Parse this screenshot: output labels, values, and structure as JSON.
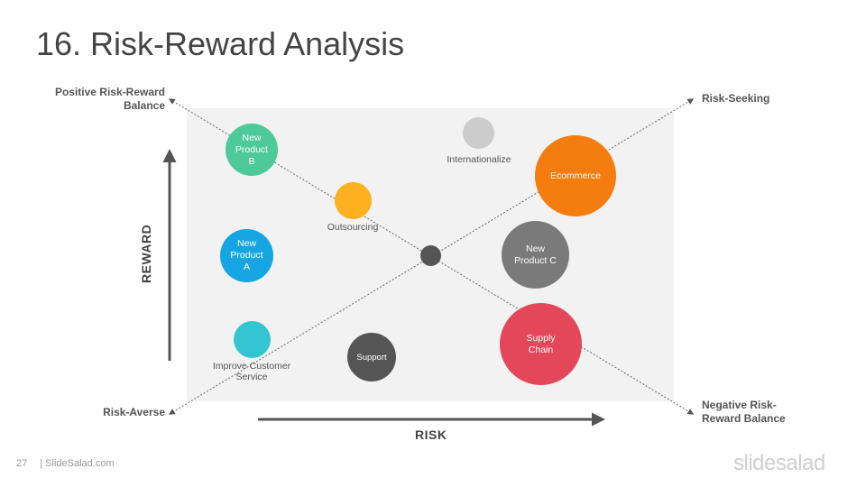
{
  "title": "16. Risk-Reward Analysis",
  "corners": {
    "top_left": "Positive Risk-Reward\nBalance",
    "top_right": "Risk-Seeking",
    "bottom_left": "Risk-Averse",
    "bottom_right": "Negative Risk-\nReward Balance"
  },
  "axes": {
    "y": "REWARD",
    "x": "RISK"
  },
  "bubbles": [
    {
      "name": "new-product-b",
      "label": "New\nProduct\nB",
      "color": "#4dc99a"
    },
    {
      "name": "internationalize",
      "label": "Internationalize",
      "color": "#cccccc"
    },
    {
      "name": "ecommerce",
      "label": "Ecommerce",
      "color": "#f57c0f"
    },
    {
      "name": "outsourcing",
      "label": "Outsourcing",
      "color": "#fbb120"
    },
    {
      "name": "center",
      "label": "",
      "color": "#555555"
    },
    {
      "name": "new-product-a",
      "label": "New\nProduct\nA",
      "color": "#15a5e2"
    },
    {
      "name": "new-product-c",
      "label": "New\nProduct C",
      "color": "#7a7a7a"
    },
    {
      "name": "improve-customer-service",
      "label": "Improve Customer\nService",
      "color": "#33c6d2"
    },
    {
      "name": "support",
      "label": "Support",
      "color": "#555555"
    },
    {
      "name": "supply-chain",
      "label": "Supply\nChain",
      "color": "#e4465a"
    }
  ],
  "footer": {
    "page": "27",
    "brand": "| SlideSalad.com",
    "logo": "slidesalad"
  }
}
